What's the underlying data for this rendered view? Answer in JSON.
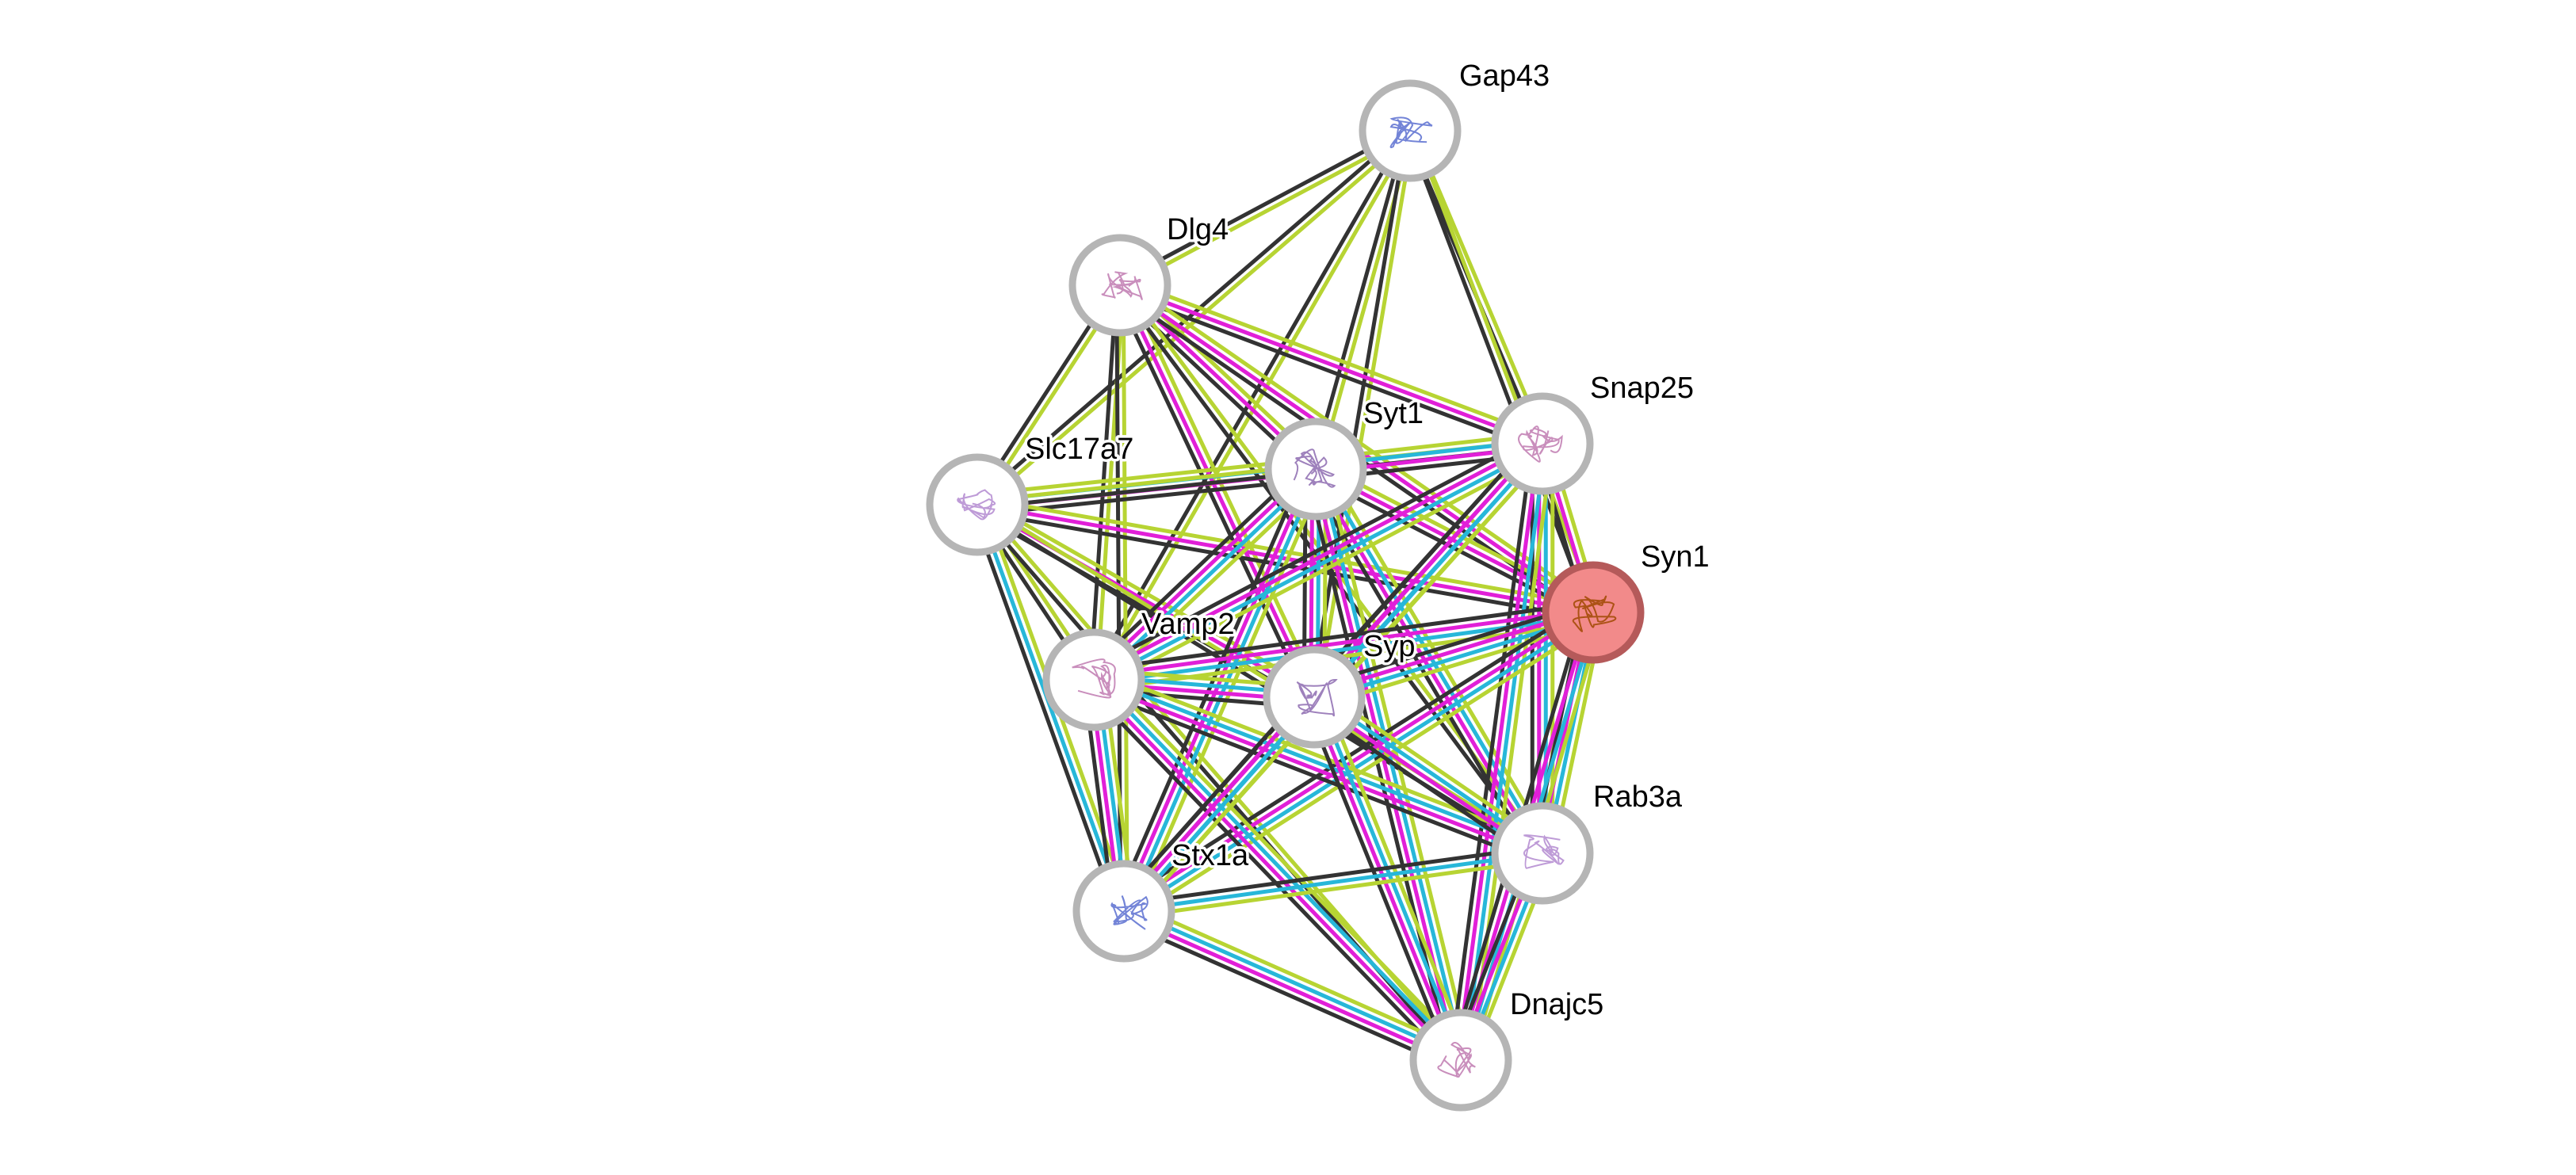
{
  "colors": {
    "textmining": "#b7d433",
    "coexpression": "#333333",
    "experiments": "#e11fd8",
    "databases": "#27b7d9",
    "node_border": "#b5b5b5",
    "query_fill": "#f28a8a",
    "query_border": "#b55a5a"
  },
  "nodes": [
    {
      "id": "Gap43",
      "label": "Gap43",
      "query": false,
      "icon": "protein-structure-icon"
    },
    {
      "id": "Dlg4",
      "label": "Dlg4",
      "query": false,
      "icon": "protein-structure-icon"
    },
    {
      "id": "Snap25",
      "label": "Snap25",
      "query": false,
      "icon": "protein-structure-icon"
    },
    {
      "id": "Syt1",
      "label": "Syt1",
      "query": false,
      "icon": "protein-structure-icon"
    },
    {
      "id": "Slc17a7",
      "label": "Slc17a7",
      "query": false,
      "icon": "protein-structure-icon"
    },
    {
      "id": "Syn1",
      "label": "Syn1",
      "query": true,
      "icon": "protein-structure-icon"
    },
    {
      "id": "Vamp2",
      "label": "Vamp2",
      "query": false,
      "icon": "protein-structure-icon"
    },
    {
      "id": "Syp",
      "label": "Syp",
      "query": false,
      "icon": "protein-structure-icon"
    },
    {
      "id": "Rab3a",
      "label": "Rab3a",
      "query": false,
      "icon": "protein-structure-icon"
    },
    {
      "id": "Stx1a",
      "label": "Stx1a",
      "query": false,
      "icon": "protein-structure-icon"
    },
    {
      "id": "Dnajc5",
      "label": "Dnajc5",
      "query": false,
      "icon": "protein-structure-icon"
    }
  ],
  "edges": [
    {
      "source": "Gap43",
      "target": "Dlg4",
      "evidence": [
        "textmining",
        "coexpression"
      ]
    },
    {
      "source": "Gap43",
      "target": "Snap25",
      "evidence": [
        "textmining",
        "coexpression"
      ]
    },
    {
      "source": "Gap43",
      "target": "Syt1",
      "evidence": [
        "textmining",
        "coexpression"
      ]
    },
    {
      "source": "Gap43",
      "target": "Slc17a7",
      "evidence": [
        "textmining",
        "coexpression"
      ]
    },
    {
      "source": "Gap43",
      "target": "Syn1",
      "evidence": [
        "textmining",
        "coexpression"
      ]
    },
    {
      "source": "Gap43",
      "target": "Vamp2",
      "evidence": [
        "textmining",
        "coexpression"
      ]
    },
    {
      "source": "Gap43",
      "target": "Syp",
      "evidence": [
        "textmining",
        "coexpression"
      ]
    },
    {
      "source": "Dlg4",
      "target": "Syt1",
      "evidence": [
        "textmining",
        "experiments",
        "coexpression"
      ]
    },
    {
      "source": "Dlg4",
      "target": "Snap25",
      "evidence": [
        "textmining",
        "experiments",
        "coexpression"
      ]
    },
    {
      "source": "Dlg4",
      "target": "Slc17a7",
      "evidence": [
        "textmining",
        "coexpression"
      ]
    },
    {
      "source": "Dlg4",
      "target": "Syn1",
      "evidence": [
        "textmining",
        "experiments",
        "coexpression"
      ]
    },
    {
      "source": "Dlg4",
      "target": "Vamp2",
      "evidence": [
        "textmining",
        "coexpression"
      ]
    },
    {
      "source": "Dlg4",
      "target": "Syp",
      "evidence": [
        "textmining",
        "experiments",
        "coexpression"
      ]
    },
    {
      "source": "Dlg4",
      "target": "Rab3a",
      "evidence": [
        "textmining",
        "coexpression"
      ]
    },
    {
      "source": "Dlg4",
      "target": "Stx1a",
      "evidence": [
        "textmining",
        "coexpression"
      ]
    },
    {
      "source": "Slc17a7",
      "target": "Syt1",
      "evidence": [
        "textmining",
        "databases",
        "experiments",
        "coexpression"
      ]
    },
    {
      "source": "Slc17a7",
      "target": "Snap25",
      "evidence": [
        "textmining",
        "coexpression"
      ]
    },
    {
      "source": "Slc17a7",
      "target": "Syn1",
      "evidence": [
        "textmining",
        "experiments",
        "coexpression"
      ]
    },
    {
      "source": "Slc17a7",
      "target": "Vamp2",
      "evidence": [
        "textmining",
        "coexpression"
      ]
    },
    {
      "source": "Slc17a7",
      "target": "Syp",
      "evidence": [
        "textmining",
        "experiments",
        "coexpression"
      ]
    },
    {
      "source": "Slc17a7",
      "target": "Stx1a",
      "evidence": [
        "textmining",
        "databases",
        "coexpression"
      ]
    },
    {
      "source": "Slc17a7",
      "target": "Rab3a",
      "evidence": [
        "textmining",
        "coexpression"
      ]
    },
    {
      "source": "Slc17a7",
      "target": "Dnajc5",
      "evidence": [
        "textmining",
        "coexpression"
      ]
    },
    {
      "source": "Syt1",
      "target": "Snap25",
      "evidence": [
        "textmining",
        "databases",
        "experiments",
        "coexpression"
      ]
    },
    {
      "source": "Syt1",
      "target": "Syn1",
      "evidence": [
        "textmining",
        "experiments",
        "coexpression"
      ]
    },
    {
      "source": "Syt1",
      "target": "Vamp2",
      "evidence": [
        "textmining",
        "databases",
        "experiments",
        "coexpression"
      ]
    },
    {
      "source": "Syt1",
      "target": "Syp",
      "evidence": [
        "textmining",
        "databases",
        "experiments",
        "coexpression"
      ]
    },
    {
      "source": "Syt1",
      "target": "Rab3a",
      "evidence": [
        "textmining",
        "databases",
        "experiments",
        "coexpression"
      ]
    },
    {
      "source": "Syt1",
      "target": "Stx1a",
      "evidence": [
        "textmining",
        "databases",
        "experiments",
        "coexpression"
      ]
    },
    {
      "source": "Syt1",
      "target": "Dnajc5",
      "evidence": [
        "textmining",
        "databases",
        "experiments",
        "coexpression"
      ]
    },
    {
      "source": "Snap25",
      "target": "Syn1",
      "evidence": [
        "textmining",
        "experiments",
        "coexpression"
      ]
    },
    {
      "source": "Snap25",
      "target": "Vamp2",
      "evidence": [
        "textmining",
        "databases",
        "experiments",
        "coexpression"
      ]
    },
    {
      "source": "Snap25",
      "target": "Syp",
      "evidence": [
        "textmining",
        "databases",
        "experiments",
        "coexpression"
      ]
    },
    {
      "source": "Snap25",
      "target": "Rab3a",
      "evidence": [
        "textmining",
        "databases",
        "experiments",
        "coexpression"
      ]
    },
    {
      "source": "Snap25",
      "target": "Stx1a",
      "evidence": [
        "textmining",
        "databases",
        "experiments",
        "coexpression"
      ]
    },
    {
      "source": "Snap25",
      "target": "Dnajc5",
      "evidence": [
        "textmining",
        "databases",
        "experiments",
        "coexpression"
      ]
    },
    {
      "source": "Syn1",
      "target": "Vamp2",
      "evidence": [
        "textmining",
        "databases",
        "experiments",
        "coexpression"
      ]
    },
    {
      "source": "Syn1",
      "target": "Syp",
      "evidence": [
        "textmining",
        "databases",
        "experiments",
        "coexpression"
      ]
    },
    {
      "source": "Syn1",
      "target": "Rab3a",
      "evidence": [
        "textmining",
        "databases",
        "experiments",
        "coexpression"
      ]
    },
    {
      "source": "Syn1",
      "target": "Stx1a",
      "evidence": [
        "textmining",
        "databases",
        "experiments",
        "coexpression"
      ]
    },
    {
      "source": "Syn1",
      "target": "Dnajc5",
      "evidence": [
        "textmining",
        "databases",
        "experiments",
        "coexpression"
      ]
    },
    {
      "source": "Vamp2",
      "target": "Syp",
      "evidence": [
        "textmining",
        "databases",
        "experiments",
        "coexpression"
      ]
    },
    {
      "source": "Vamp2",
      "target": "Rab3a",
      "evidence": [
        "textmining",
        "databases",
        "experiments",
        "coexpression"
      ]
    },
    {
      "source": "Vamp2",
      "target": "Stx1a",
      "evidence": [
        "textmining",
        "databases",
        "experiments",
        "coexpression"
      ]
    },
    {
      "source": "Vamp2",
      "target": "Dnajc5",
      "evidence": [
        "textmining",
        "databases",
        "experiments",
        "coexpression"
      ]
    },
    {
      "source": "Syp",
      "target": "Rab3a",
      "evidence": [
        "textmining",
        "databases",
        "experiments",
        "coexpression"
      ]
    },
    {
      "source": "Syp",
      "target": "Stx1a",
      "evidence": [
        "textmining",
        "databases",
        "experiments",
        "coexpression"
      ]
    },
    {
      "source": "Syp",
      "target": "Dnajc5",
      "evidence": [
        "textmining",
        "databases",
        "experiments",
        "coexpression"
      ]
    },
    {
      "source": "Rab3a",
      "target": "Stx1a",
      "evidence": [
        "textmining",
        "databases",
        "coexpression"
      ]
    },
    {
      "source": "Rab3a",
      "target": "Dnajc5",
      "evidence": [
        "textmining",
        "databases",
        "experiments",
        "coexpression"
      ]
    },
    {
      "source": "Stx1a",
      "target": "Dnajc5",
      "evidence": [
        "textmining",
        "databases",
        "experiments",
        "coexpression"
      ]
    }
  ]
}
